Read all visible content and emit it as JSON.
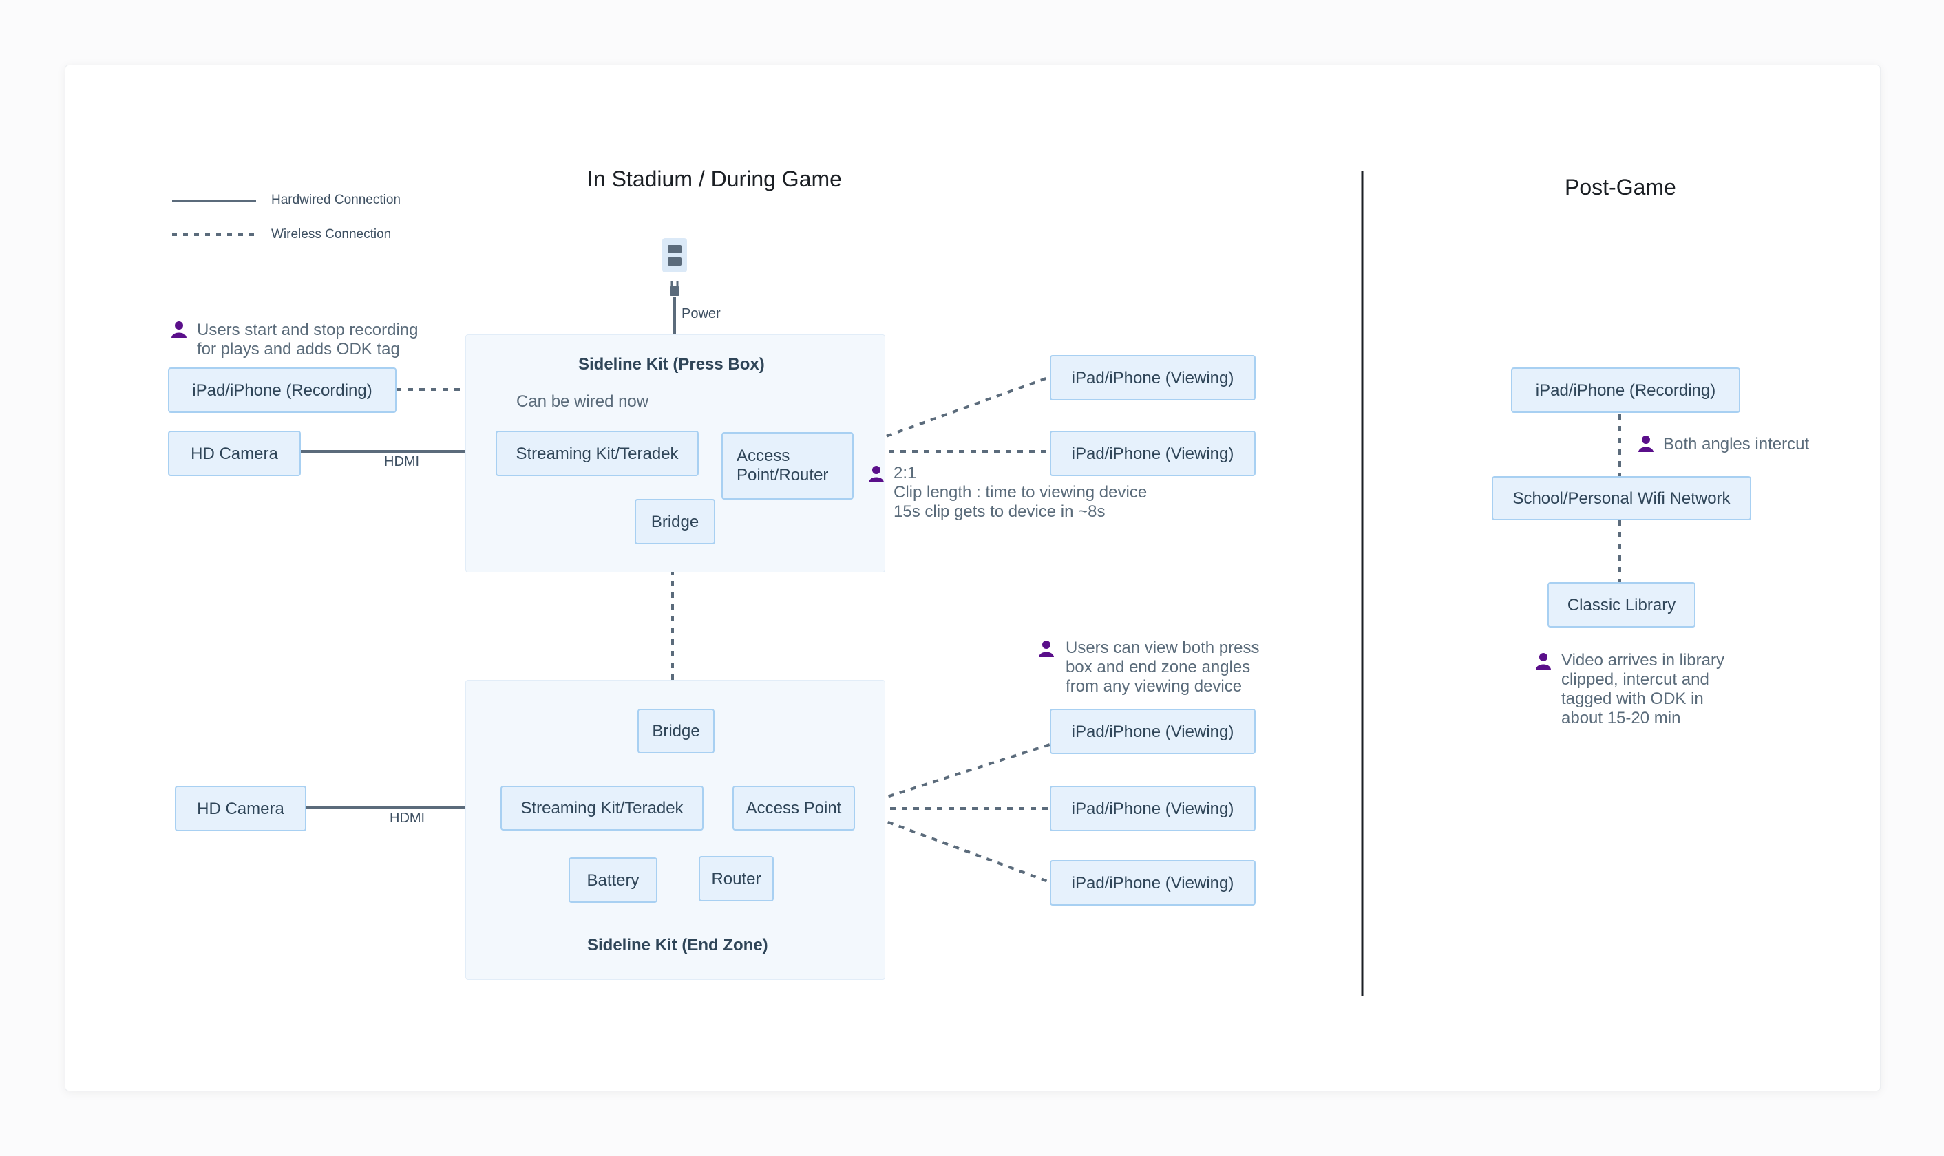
{
  "titles": {
    "in_stadium": "In Stadium / During Game",
    "post_game": "Post-Game"
  },
  "legend": {
    "hardwired": "Hardwired Connection",
    "wireless": "Wireless Connection"
  },
  "press_box": {
    "group_label": "Sideline Kit (Press Box)",
    "power_label": "Power",
    "recording_device": "iPad/iPhone (Recording)",
    "camera": "HD Camera",
    "hdmi_label": "HDMI",
    "streaming_kit": "Streaming Kit/Teradek",
    "access_point_router": "Access Point/Router",
    "bridge": "Bridge",
    "wired_note": "Can be wired now",
    "recording_note": "Users start and stop recording for plays and adds ODK tag",
    "clip_note": [
      "2:1",
      "Clip length : time to viewing device",
      "15s clip gets to device in ~8s"
    ],
    "viewing_devices": [
      "iPad/iPhone (Viewing)",
      "iPad/iPhone (Viewing)"
    ]
  },
  "end_zone": {
    "group_label": "Sideline Kit (End Zone)",
    "camera": "HD Camera",
    "hdmi_label": "HDMI",
    "streaming_kit": "Streaming Kit/Teradek",
    "access_point": "Access Point",
    "bridge": "Bridge",
    "battery": "Battery",
    "router": "Router",
    "viewing_note": "Users can view both press box and end zone angles from any viewing device",
    "viewing_devices": [
      "iPad/iPhone (Viewing)",
      "iPad/iPhone (Viewing)",
      "iPad/iPhone (Viewing)"
    ]
  },
  "post_game": {
    "recording_device": "iPad/iPhone (Recording)",
    "intercut_note": "Both angles intercut",
    "network": "School/Personal Wifi Network",
    "library": "Classic Library",
    "library_note": "Video arrives in library clipped, intercut and tagged with ODK in about 15-20 min"
  },
  "colors": {
    "wire": "#5b6b7b",
    "node_fill": "#e6f1fc",
    "node_border": "#a8d0f2",
    "group_fill": "#f3f8fd",
    "person_icon": "#5a0f8a"
  }
}
